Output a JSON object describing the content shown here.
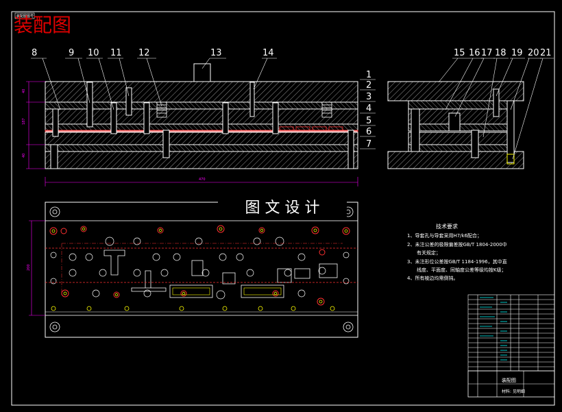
{
  "title": "装配图",
  "top_label": "装配图图号",
  "watermark": "图 文 设 计",
  "part_numbers_front": [
    "8",
    "9",
    "10",
    "11",
    "12",
    "13",
    "14"
  ],
  "part_numbers_side": [
    "15",
    "16",
    "17",
    "18",
    "19",
    "20",
    "21"
  ],
  "part_numbers_right": [
    "1",
    "2",
    "3",
    "4",
    "5",
    "6",
    "7"
  ],
  "tech_req": {
    "heading": "技术要求",
    "items": [
      "1、导套孔与导套采用H7/k6配合；",
      "2、未注公差的极限偏差按GB/T 1804-2000中",
      "有关规定；",
      "3、未注形位公差按GB/T 1184-1996，其中直",
      "线度、平面度、同轴度公差等级均按K级；",
      "4、所有棱边均需倒钝。"
    ]
  },
  "title_block": {
    "name": "装配图",
    "sub": "材料: 见明细"
  },
  "colors": {
    "background": "#000000",
    "line": "#ffffff",
    "title_red": "#e00000",
    "hatch": "#ffffff",
    "dim_magenta": "#ff00ff",
    "part_red": "#ff3030",
    "part_yellow": "#ffff00",
    "strip_pink": "#ff9999"
  }
}
